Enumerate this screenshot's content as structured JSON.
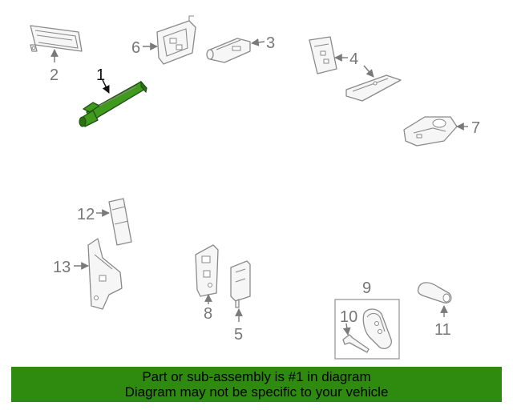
{
  "footer": {
    "line1": "Part or sub-assembly is #1 in diagram",
    "line2": "Diagram may not be specific to your vehicle"
  },
  "callouts": {
    "c1": "1",
    "c2": "2",
    "c3": "3",
    "c4": "4",
    "c5": "5",
    "c6": "6",
    "c7": "7",
    "c8": "8",
    "c9": "9",
    "c10": "10",
    "c11": "11",
    "c12": "12",
    "c13": "13"
  },
  "colors": {
    "highlight": "#3f9a1e",
    "footer_bg": "#2f8a10",
    "line": "#8a8a8a"
  }
}
